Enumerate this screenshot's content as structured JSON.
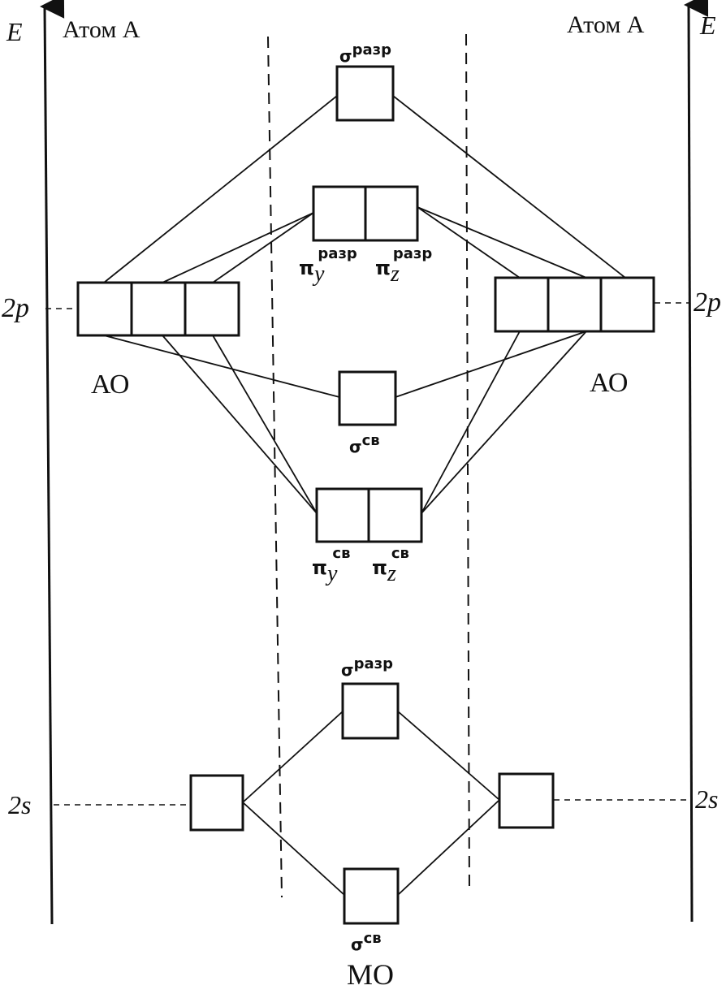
{
  "axis": {
    "energy_label": "E"
  },
  "atoms": {
    "left_title": "Атом А",
    "right_title": "Атом А"
  },
  "levels": {
    "p": "2p",
    "s": "2s"
  },
  "ao_labels": {
    "left": "АО",
    "right": "АО"
  },
  "mo_label": "МО",
  "orbitals": {
    "sigma_p_anti": {
      "symbol": "σ",
      "sup": "разр"
    },
    "pi_y_anti": {
      "symbol": "π",
      "sub": "y",
      "sup": "разр"
    },
    "pi_z_anti": {
      "symbol": "π",
      "sub": "z",
      "sup": "разр"
    },
    "sigma_p_bond": {
      "symbol": "σ",
      "sup": "св"
    },
    "pi_y_bond": {
      "symbol": "π",
      "sub": "y",
      "sup": "св"
    },
    "pi_z_bond": {
      "symbol": "π",
      "sub": "z",
      "sup": "св"
    },
    "sigma_s_anti": {
      "symbol": "σ",
      "sup": "разр"
    },
    "sigma_s_bond": {
      "symbol": "σ",
      "sup": "св"
    }
  }
}
